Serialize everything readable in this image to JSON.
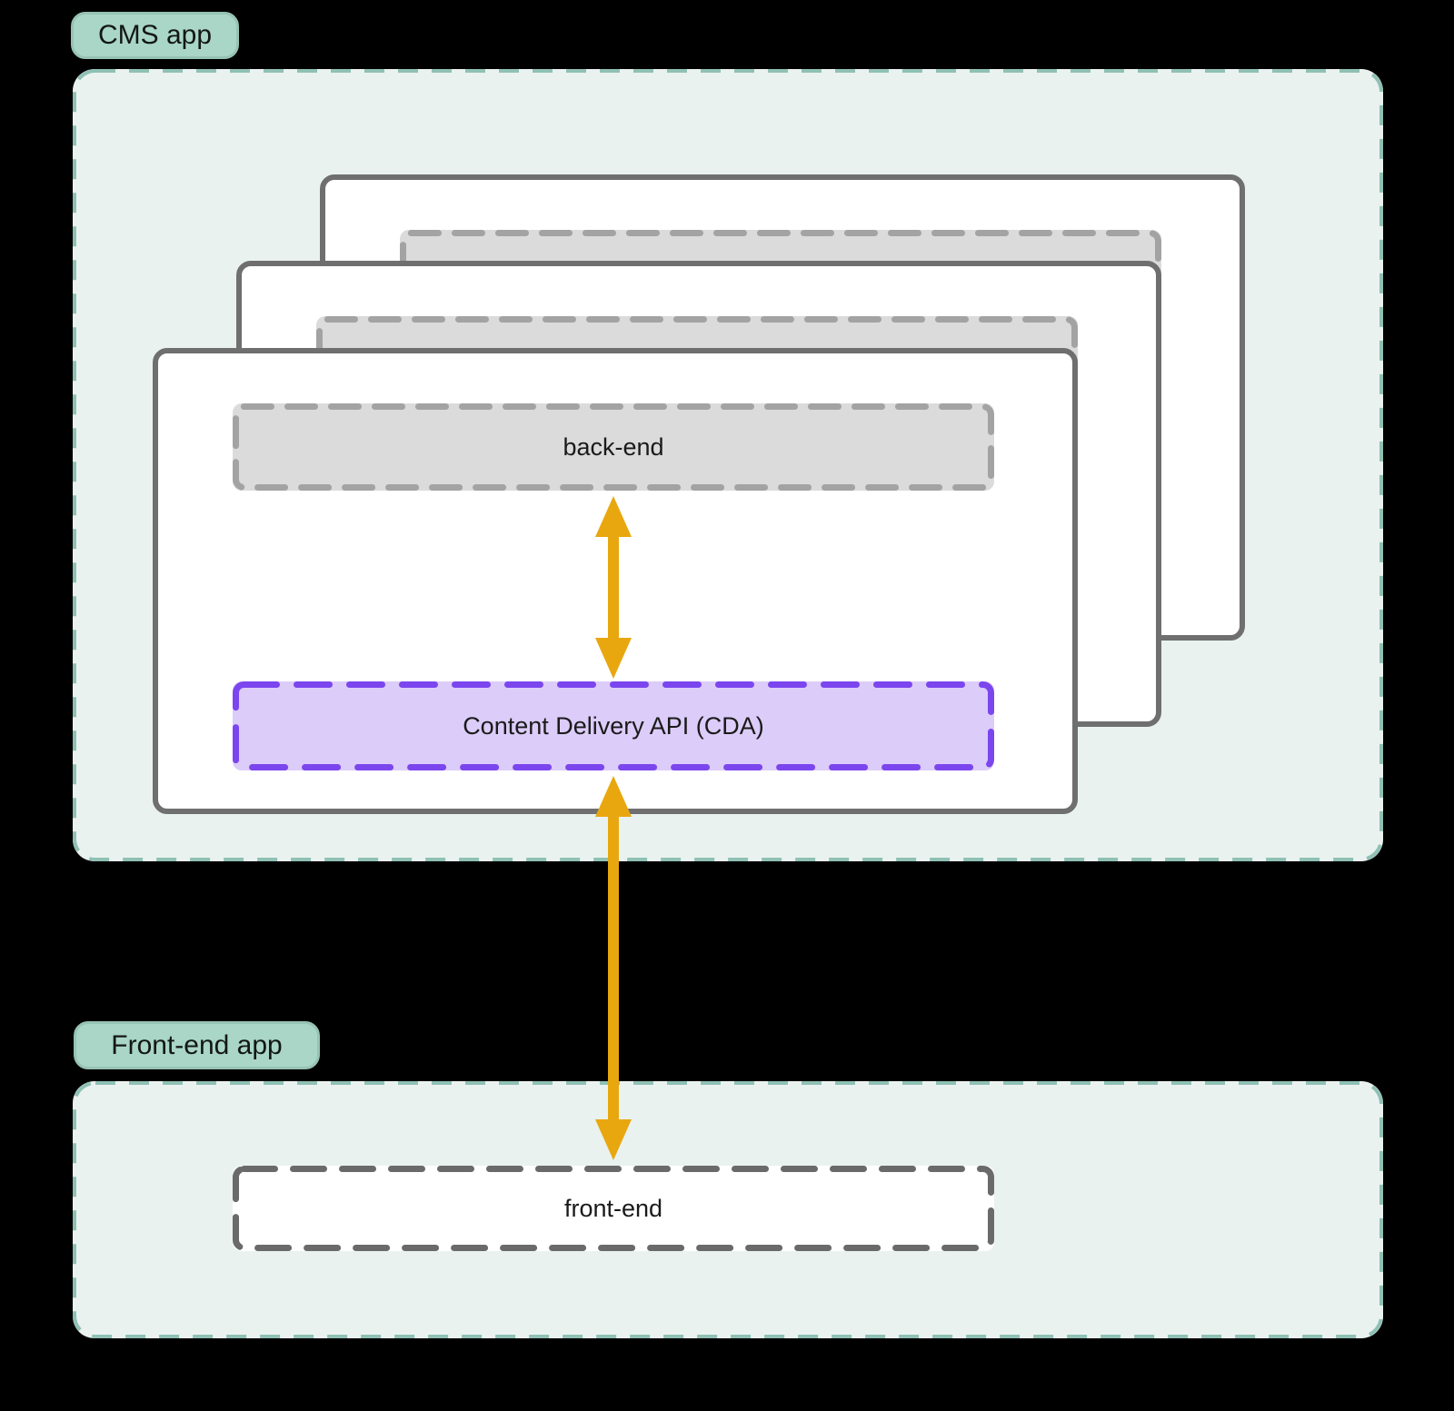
{
  "diagram": {
    "cms_section": {
      "badge": "CMS app",
      "stacked_cards_count": 3,
      "front_card": {
        "back_end_label": "back-end",
        "cda_label": "Content Delivery API (CDA)"
      }
    },
    "frontend_section": {
      "badge": "Front-end app",
      "front_end_label": "front-end"
    },
    "connections": [
      {
        "from": "back-end",
        "to": "Content Delivery API (CDA)",
        "bidirectional": true
      },
      {
        "from": "Content Delivery API (CDA)",
        "to": "front-end",
        "bidirectional": true
      }
    ],
    "colors": {
      "background": "#000000",
      "badge_fill": "#A9D6C6",
      "section_fill": "#EAF2F0",
      "section_border": "#8FC0B4",
      "card_fill": "#FFFFFF",
      "card_border": "#6F6F6F",
      "gray_box_fill": "#DBDBDB",
      "gray_box_border": "#A3A3A3",
      "cda_fill": "#DCCCF9",
      "cda_border": "#7B46EE",
      "frontend_box_border": "#6A6A6A",
      "arrow": "#E9A70F",
      "text": "#1A1A1A"
    }
  }
}
